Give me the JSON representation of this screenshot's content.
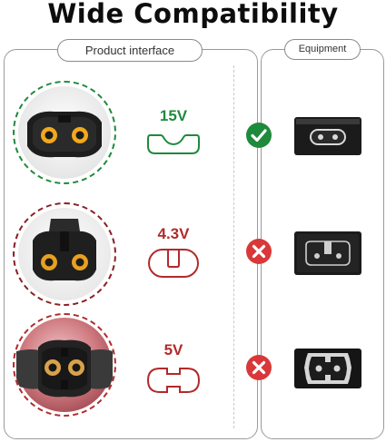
{
  "title": "Wide Compatibility",
  "panels": {
    "left_label": "Product interface",
    "right_label": "Equipment"
  },
  "rows": [
    {
      "voltage": "15V",
      "color": "#1e8a3c",
      "compatible": true,
      "status_icon": "check-icon"
    },
    {
      "voltage": "4.3V",
      "color": "#b22a2a",
      "compatible": false,
      "status_icon": "cross-icon"
    },
    {
      "voltage": "5V",
      "color": "#b22a2a",
      "compatible": false,
      "status_icon": "cross-icon"
    }
  ],
  "colors": {
    "green": "#1e8a3c",
    "red": "#d9383a",
    "dark_red": "#8a1f24",
    "connector_pin": "#f2a81d"
  }
}
